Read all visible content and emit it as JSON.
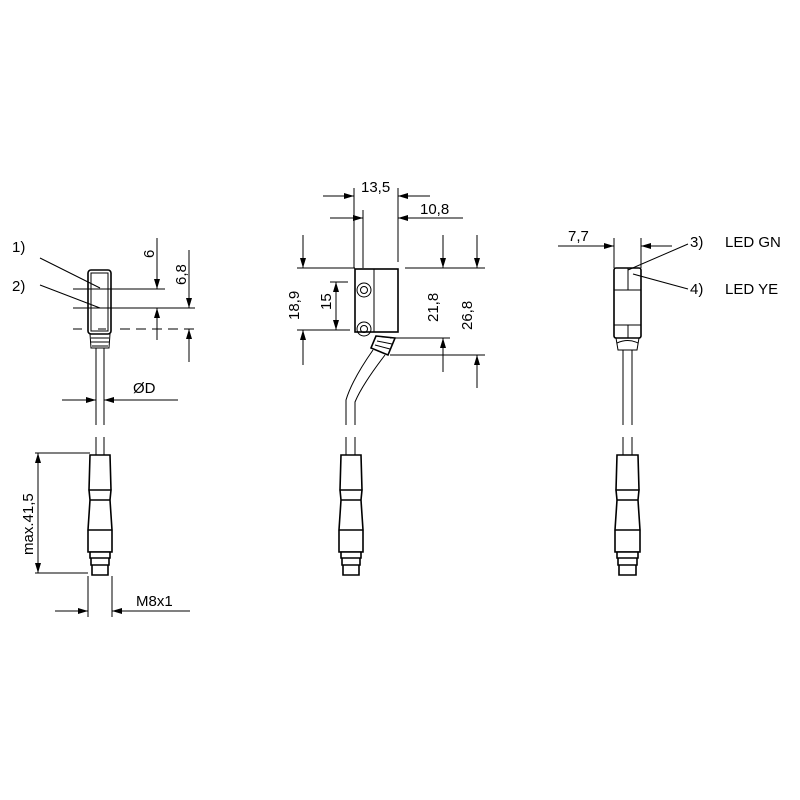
{
  "left_view": {
    "callout_1": "1)",
    "callout_2": "2)",
    "dim_6": "6",
    "dim_6_8": "6,8",
    "dim_diameter": "ØD",
    "dim_max_length": "max.41,5",
    "dim_thread": "M8x1"
  },
  "middle_view": {
    "dim_13_5": "13,5",
    "dim_10_8": "10,8",
    "dim_18_9": "18,9",
    "dim_15": "15",
    "dim_21_8": "21,8",
    "dim_26_8": "26,8"
  },
  "right_view": {
    "dim_7_7": "7,7",
    "callout_3": "3)",
    "callout_3_label": "LED GN",
    "callout_4": "4)",
    "callout_4_label": "LED YE"
  }
}
